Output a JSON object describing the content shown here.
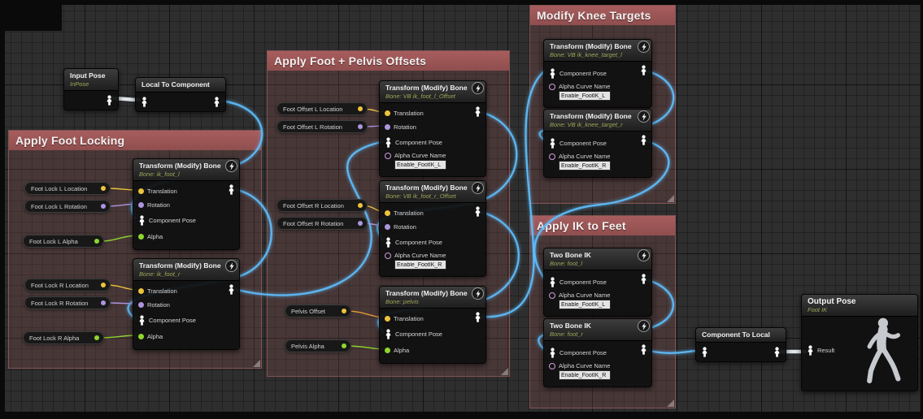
{
  "colors": {
    "wire_pose": "#5fc0ff",
    "wire_pose_bright": "#dfe5e9",
    "wire_vector": "#edc33b",
    "wire_rotator": "#ad96e0",
    "wire_float": "#8ed62e",
    "wire_orange": "#e09a36",
    "pin_vector": "#edc33b",
    "pin_rotator": "#ad96e0",
    "pin_float": "#8ed62e",
    "pin_name": "#cf9bdc",
    "comment_header": "#a85d5d",
    "node_subtitle": "#9fa558"
  },
  "comments": {
    "foot_locking": {
      "title": "Apply Foot Locking"
    },
    "offsets": {
      "title": "Apply Foot + Pelvis Offsets"
    },
    "knee": {
      "title": "Modify Knee Targets"
    },
    "ik_feet": {
      "title": "Apply IK to Feet"
    }
  },
  "labels": {
    "translation": "Translation",
    "rotation": "Rotation",
    "component_pose": "Component Pose",
    "alpha": "Alpha",
    "alpha_curve_name": "Alpha Curve Name",
    "result": "Result"
  },
  "nodes": {
    "input_pose": {
      "title": "Input Pose",
      "subtitle": "InPose"
    },
    "local_to_component": {
      "title": "Local To Component"
    },
    "component_to_local": {
      "title": "Component To Local"
    },
    "output_pose": {
      "title": "Output Pose",
      "subtitle": "Foot IK"
    },
    "transform_foot_l": {
      "title": "Transform (Modify) Bone",
      "subtitle": "Bone: ik_foot_l"
    },
    "transform_foot_r": {
      "title": "Transform (Modify) Bone",
      "subtitle": "Bone: ik_foot_r"
    },
    "transform_vb_foot_l": {
      "title": "Transform (Modify) Bone",
      "subtitle": "Bone: VB ik_foot_l_Offset",
      "curve_name": "Enable_FootIK_L"
    },
    "transform_vb_foot_r": {
      "title": "Transform (Modify) Bone",
      "subtitle": "Bone: VB ik_foot_r_Offset",
      "curve_name": "Enable_FootIK_R"
    },
    "transform_pelvis": {
      "title": "Transform (Modify) Bone",
      "subtitle": "Bone: pelvis"
    },
    "transform_knee_l": {
      "title": "Transform (Modify) Bone",
      "subtitle": "Bone: VB ik_knee_target_l",
      "curve_name": "Enable_FootIK_L"
    },
    "transform_knee_r": {
      "title": "Transform (Modify) Bone",
      "subtitle": "Bone: VB ik_knee_target_r",
      "curve_name": "Enable_FootIK_R"
    },
    "two_bone_ik_l": {
      "title": "Two Bone IK",
      "subtitle": "Bone: foot_l",
      "curve_name": "Enable_FootIK_L"
    },
    "two_bone_ik_r": {
      "title": "Two Bone IK",
      "subtitle": "Bone: foot_r",
      "curve_name": "Enable_FootIK_R"
    }
  },
  "pills": {
    "foot_lock_l_location": "Foot Lock L Location",
    "foot_lock_l_rotation": "Foot Lock L Rotation",
    "foot_lock_l_alpha": "Foot Lock L Alpha",
    "foot_lock_r_location": "Foot Lock R Location",
    "foot_lock_r_rotation": "Foot Lock R Rotation",
    "foot_lock_r_alpha": "Foot Lock R Alpha",
    "foot_offset_l_location": "Foot Offset L Location",
    "foot_offset_l_rotation": "Foot Offset L Rotation",
    "foot_offset_r_location": "Foot Offset R Location",
    "foot_offset_r_rotation": "Foot Offset R Rotation",
    "pelvis_offset": "Pelvis Offset",
    "pelvis_alpha": "Pelvis Alpha"
  }
}
